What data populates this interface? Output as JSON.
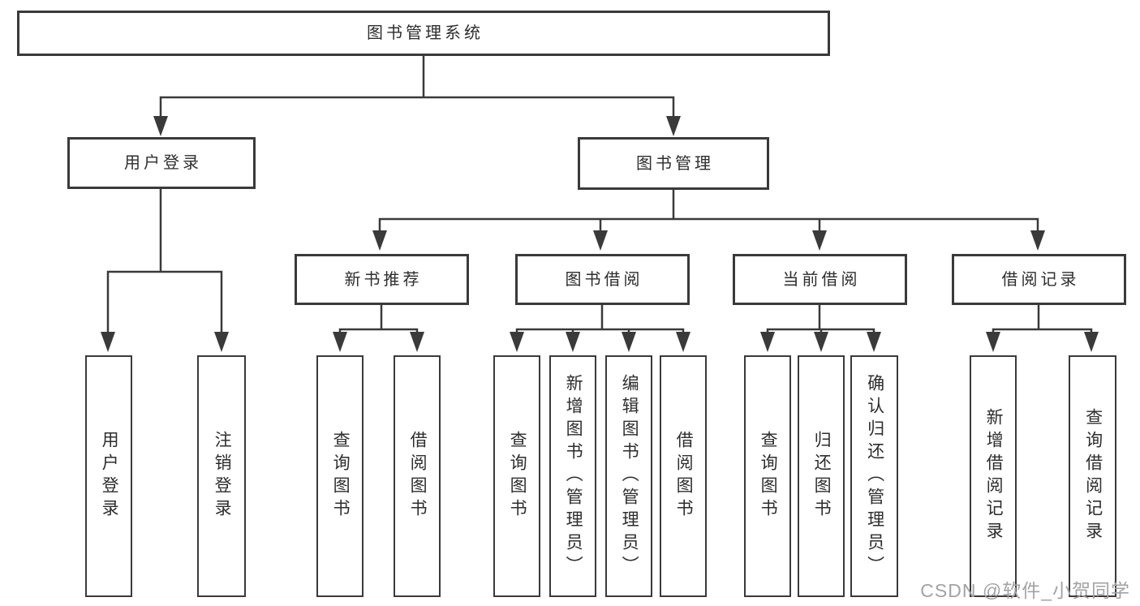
{
  "diagram": {
    "title": "图书管理系统",
    "root": "图书管理系统",
    "level2": {
      "user_login": "用户登录",
      "book_mgmt": "图书管理"
    },
    "level3": {
      "new_books": "新书推荐",
      "borrow": "图书借阅",
      "current": "当前借阅",
      "records": "借阅记录"
    },
    "leaves": {
      "login": "用户登录",
      "logout": "注销登录",
      "nb_search": "查询图书",
      "nb_borrow": "借阅图书",
      "bw_search": "查询图书",
      "bw_add": "新增图书（管理员）",
      "bw_edit": "编辑图书（管理员）",
      "bw_borrow": "借阅图书",
      "cur_search": "查询图书",
      "cur_return": "归还图书",
      "cur_confirm": "确认归还（管理员）",
      "rec_add": "新增借阅记录",
      "rec_search": "查询借阅记录"
    }
  },
  "watermark": {
    "text": "CSDN @软件_小贺同学",
    "color": "#a3a3a3"
  },
  "colors": {
    "line": "#3a3a3a",
    "text": "#2d2d2d",
    "background": "#ffffff"
  }
}
